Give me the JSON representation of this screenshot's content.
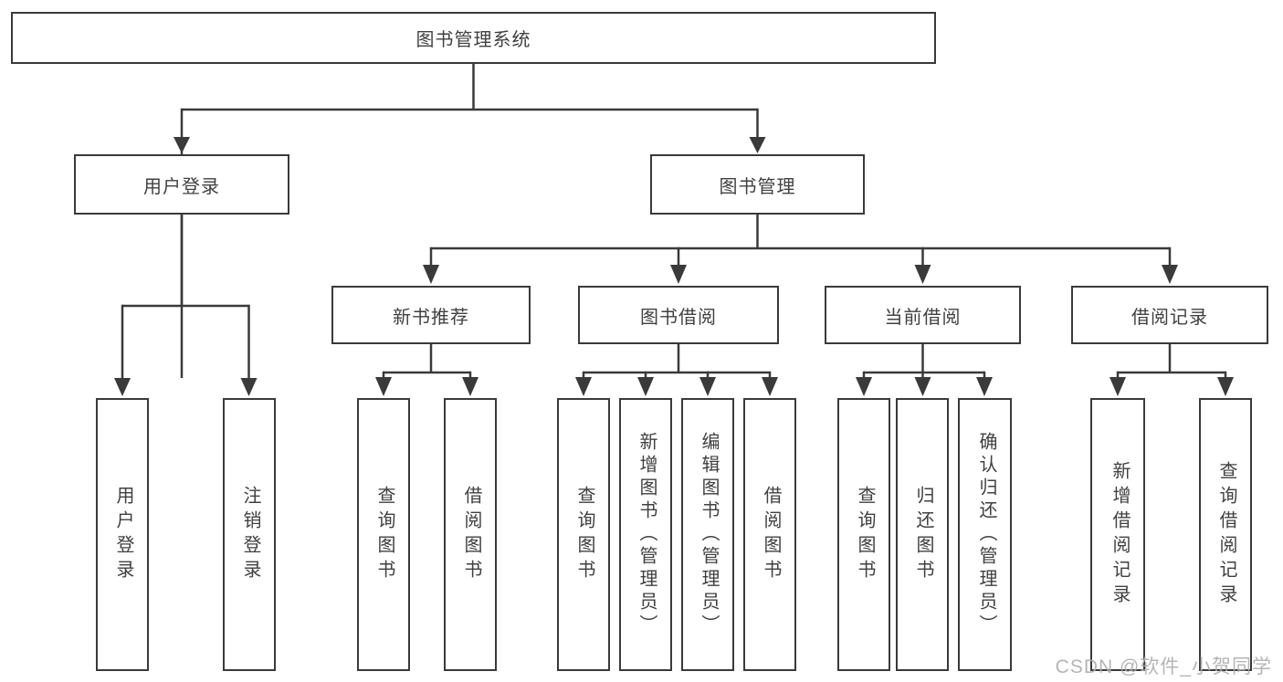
{
  "diagram": {
    "root": {
      "label": "图书管理系统"
    },
    "branches": [
      {
        "label": "用户登录",
        "children": [
          {
            "label": "用户登录"
          },
          {
            "label": "注销登录"
          }
        ]
      },
      {
        "label": "图书管理",
        "children": [
          {
            "label": "新书推荐",
            "children": [
              {
                "label": "查询图书"
              },
              {
                "label": "借阅图书"
              }
            ]
          },
          {
            "label": "图书借阅",
            "children": [
              {
                "label": "查询图书"
              },
              {
                "label": "新增图书（管理员）"
              },
              {
                "label": "编辑图书（管理员）"
              },
              {
                "label": "借阅图书"
              }
            ]
          },
          {
            "label": "当前借阅",
            "children": [
              {
                "label": "查询图书"
              },
              {
                "label": "归还图书"
              },
              {
                "label": "确认归还（管理员）"
              }
            ]
          },
          {
            "label": "借阅记录",
            "children": [
              {
                "label": "新增借阅记录"
              },
              {
                "label": "查询借阅记录"
              }
            ]
          }
        ]
      }
    ]
  },
  "watermark": {
    "text": "CSDN @软件_小贺同学"
  },
  "colors": {
    "line": "#3a3a3a",
    "text": "#404040",
    "background": "#ffffff",
    "watermark": "#afacac"
  }
}
